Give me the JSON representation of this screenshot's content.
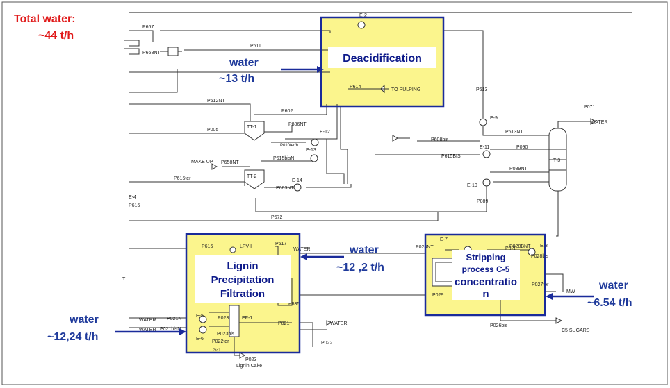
{
  "total_water": {
    "line1": "Total water:",
    "line2": "~44 t/h"
  },
  "colors": {
    "highlight": "#fbf58d",
    "box_border": "#1a2b9a",
    "accent_red": "#e01a1a",
    "label_blue": "#1f3a9b"
  },
  "boxes": {
    "deacidification": "Deacidification",
    "lignin": {
      "line1": "Lignin",
      "line2": "Precipitation",
      "line3": "Filtration"
    },
    "stripping": {
      "line1": "Stripping",
      "line2": "process C-5",
      "line3": "concentratio",
      "line4": "n"
    }
  },
  "water_labels": {
    "deacid": {
      "line1": "water",
      "line2": "~13 t/h"
    },
    "lignin_right": {
      "line1": "water",
      "line2": "~12 ,2 t/h"
    },
    "lignin_left": {
      "line1": "water",
      "line2": "~12,24 t/h"
    },
    "stripping": {
      "line1": "water",
      "line2": "~6.54 t/h"
    }
  },
  "streams": {
    "p667": "P667",
    "p611": "P611",
    "p668nt": "P668NT",
    "p612nt": "P612NT",
    "p602": "P602",
    "p005": "P005",
    "p886nt": "P886NT",
    "p615bis": "P615bisN",
    "p615ter": "P615ter",
    "p613": "P613",
    "p613nt": "P613NT",
    "p614": "P614",
    "p608bis": "P608bis",
    "p090": "P090",
    "p615bis2": "P615BIS",
    "p089nt": "P089NT",
    "p071": "P071",
    "p089": "P089",
    "p672": "P672",
    "p615": "P615",
    "p683nt": "P683NT",
    "p658nt": "P658NT",
    "p616": "P616",
    "p617": "P617",
    "p021nt": "P021NT",
    "p021bis": "P021bisN",
    "p022ter": "P022ter",
    "p023": "P023",
    "p021": "P021",
    "p023bis": "P023bis",
    "p022": "P022",
    "p023b": "P023",
    "p028": "P028",
    "p028nt": "P028NT",
    "p028bnt": "P028BNT",
    "p029": "P029",
    "p028bis": "P028bis",
    "p027ter": "P027ter",
    "p026bis": "P026bis",
    "p635": "P635",
    "p010": "P010ter/h",
    "p615snt": "P615bisN"
  },
  "equipment": {
    "e2": "E-2",
    "e9": "E-9",
    "e12": "E-12",
    "e13": "E-13",
    "e14": "E-14",
    "e11": "E-11",
    "e10": "E-10",
    "e4": "E-4",
    "e5": "E-5",
    "e6": "E-6",
    "e7": "E-7",
    "e8": "E-8",
    "t3": "T-3",
    "tt1": "TT-1",
    "tt2": "TT-2",
    "lpv": "LPV-I",
    "ef1": "EF-1",
    "s1": "S-1"
  },
  "outlets": {
    "water_top": "WATER",
    "to_pulping": "TO PULPING",
    "make_up": "MAKE UP",
    "water_lig": "WATER",
    "water_left1": "WATER",
    "water_left2": "WATER",
    "water_out": "WATER",
    "lignin_cake": "Lignin Cake",
    "c5_sugars": "C5 SUGARS",
    "mw": "MW",
    "t_label": "T"
  }
}
